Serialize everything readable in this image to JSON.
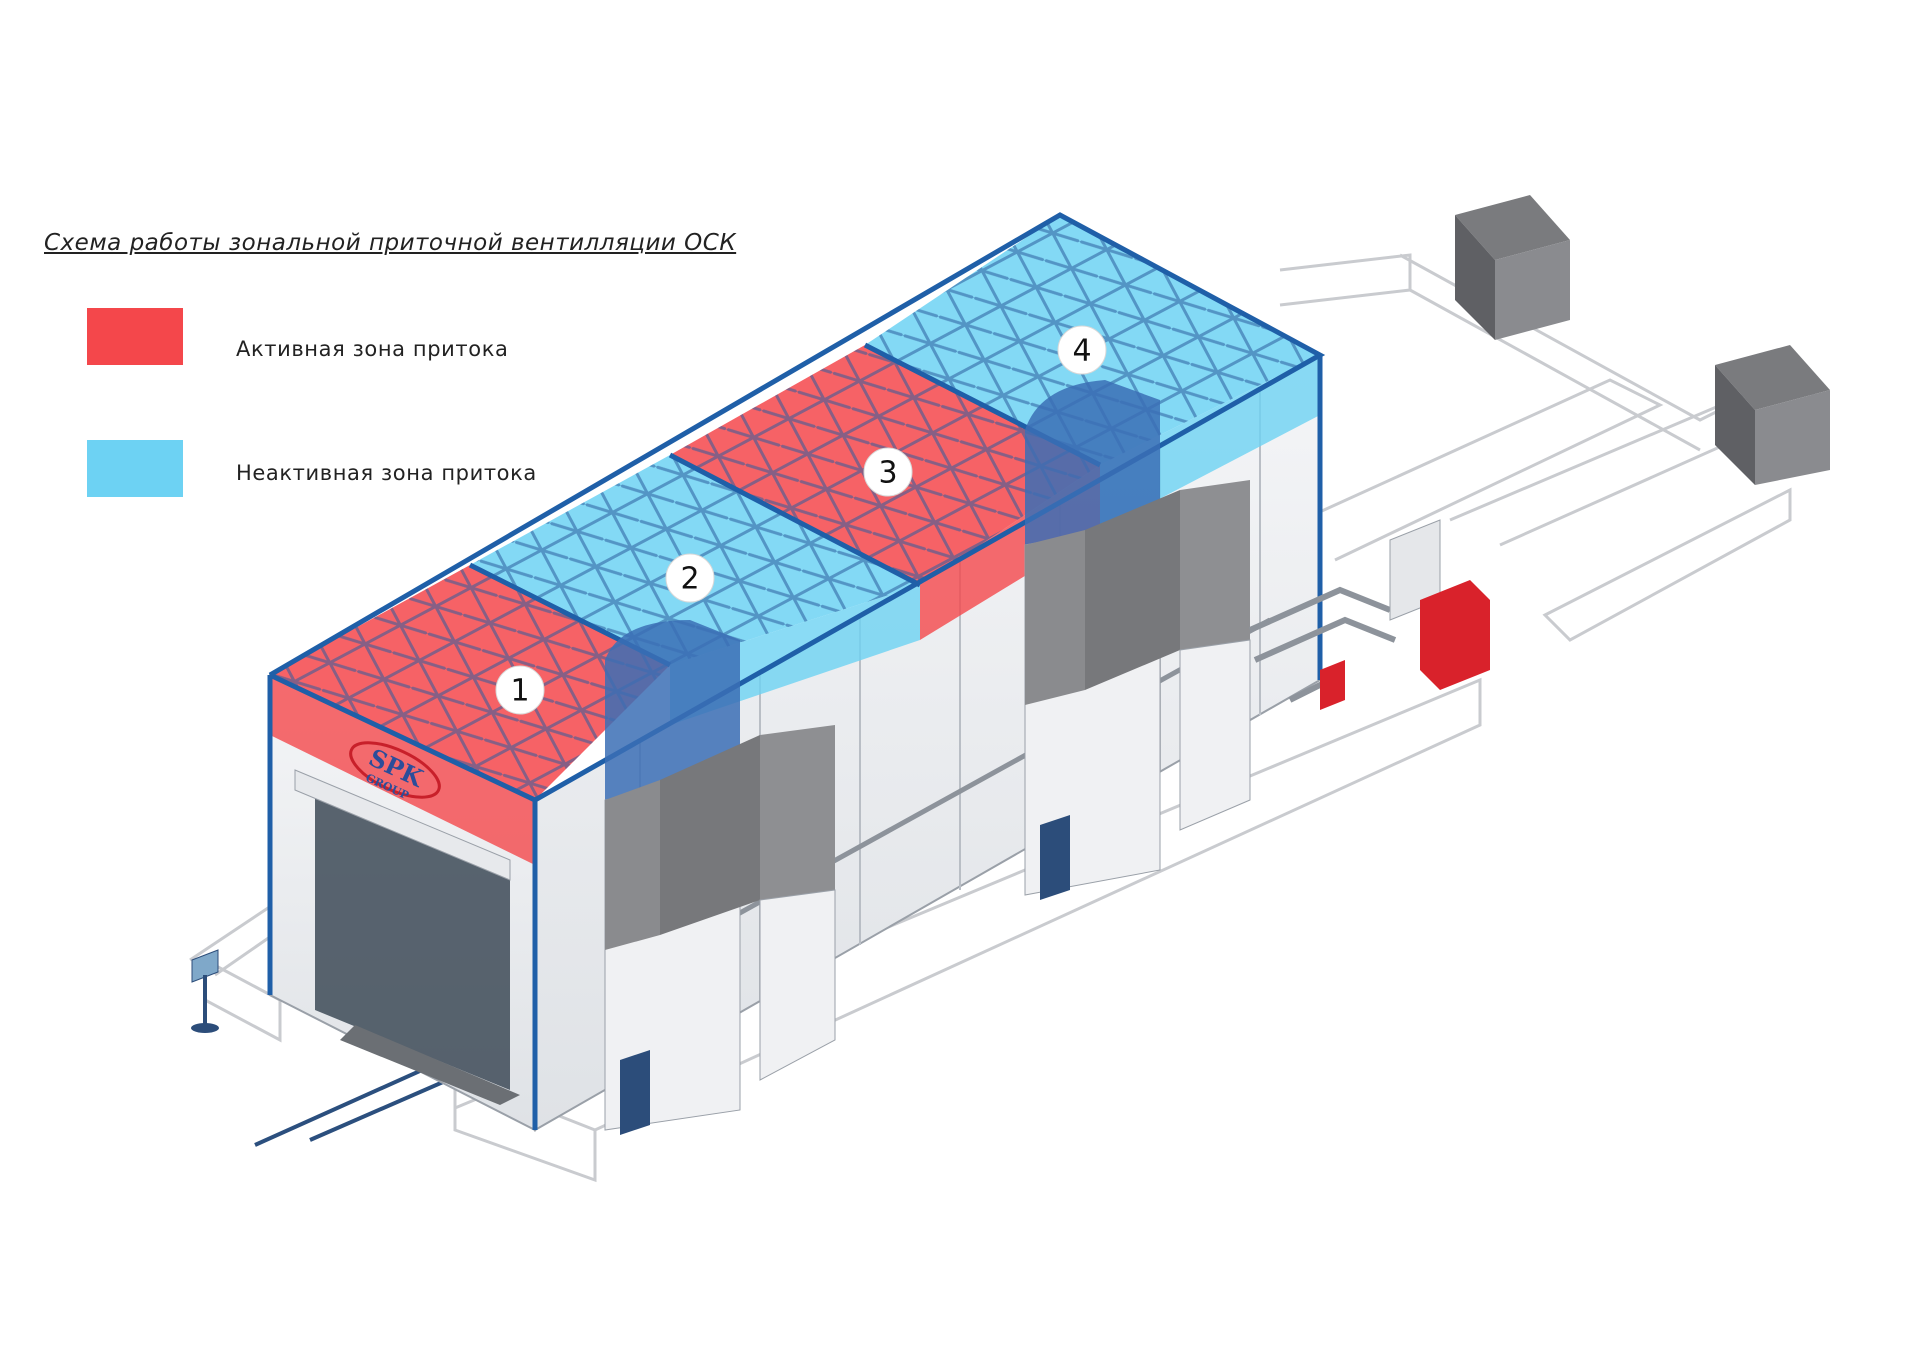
{
  "legend": {
    "title": "Схема работы зональной приточной вентилляции ОСК",
    "active_label": "Активная зона притока",
    "inactive_label": "Неактивная зона притока"
  },
  "zones": [
    {
      "number": "1",
      "state": "active"
    },
    {
      "number": "2",
      "state": "inactive"
    },
    {
      "number": "3",
      "state": "active"
    },
    {
      "number": "4",
      "state": "inactive"
    }
  ],
  "logo": {
    "main": "SPK",
    "sub": "GROUP"
  },
  "colors": {
    "active": "#f4474b",
    "inactive": "#6dd2f3",
    "frame": "#1f5fa8",
    "roof_active": "#f06468",
    "roof_inactive": "#79cdee",
    "unit_gray": "#8a8b8e",
    "burner_red": "#d9222b"
  }
}
